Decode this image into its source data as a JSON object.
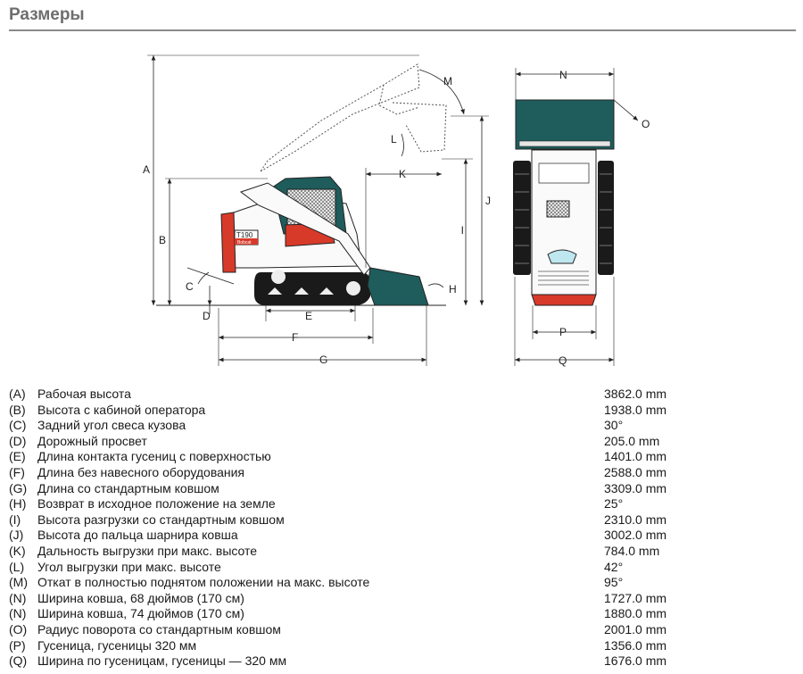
{
  "title": "Размеры",
  "diagram": {
    "letters": [
      "A",
      "B",
      "C",
      "D",
      "E",
      "F",
      "G",
      "H",
      "I",
      "J",
      "K",
      "L",
      "M",
      "N",
      "O",
      "P",
      "Q"
    ],
    "model_badge": "T190",
    "brand_badge": "Bobcat",
    "colors": {
      "body": "#1f5c5c",
      "accent": "#d83a2a",
      "line": "#222222"
    }
  },
  "specs": [
    {
      "code": "(A)",
      "label": "Рабочая высота",
      "value": "3862.0 mm"
    },
    {
      "code": "(B)",
      "label": "Высота с кабиной оператора",
      "value": "1938.0 mm"
    },
    {
      "code": "(C)",
      "label": "Задний угол свеса кузова",
      "value": "30°"
    },
    {
      "code": "(D)",
      "label": "Дорожный просвет",
      "value": "205.0 mm"
    },
    {
      "code": "(E)",
      "label": "Длина контакта гусениц с поверхностью",
      "value": "1401.0 mm"
    },
    {
      "code": "(F)",
      "label": "Длина без навесного оборудования",
      "value": "2588.0 mm"
    },
    {
      "code": "(G)",
      "label": "Длина со стандартным ковшом",
      "value": "3309.0 mm"
    },
    {
      "code": "(H)",
      "label": "Возврат в исходное положение на земле",
      "value": "25°"
    },
    {
      "code": "(I)",
      "label": "Высота разгрузки со стандартным ковшом",
      "value": "2310.0 mm"
    },
    {
      "code": "(J)",
      "label": "Высота до пальца шарнира ковша",
      "value": "3002.0 mm"
    },
    {
      "code": "(K)",
      "label": "Дальность выгрузки при макс. высоте",
      "value": "784.0 mm"
    },
    {
      "code": "(L)",
      "label": "Угол выгрузки при макс. высоте",
      "value": "42°"
    },
    {
      "code": "(M)",
      "label": "Откат в полностью поднятом положении на макс. высоте",
      "value": "95°"
    },
    {
      "code": "(N)",
      "label": "Ширина ковша, 68 дюймов (170 см)",
      "value": "1727.0 mm"
    },
    {
      "code": "(N)",
      "label": "Ширина ковша, 74 дюймов (170 см)",
      "value": "1880.0 mm"
    },
    {
      "code": "(O)",
      "label": "Радиус поворота со стандартным ковшом",
      "value": "2001.0 mm"
    },
    {
      "code": "(P)",
      "label": "Гусеница, гусеницы 320 мм",
      "value": "1356.0 mm"
    },
    {
      "code": "(Q)",
      "label": "Ширина по гусеницам, гусеницы — 320 мм",
      "value": "1676.0 mm"
    }
  ]
}
